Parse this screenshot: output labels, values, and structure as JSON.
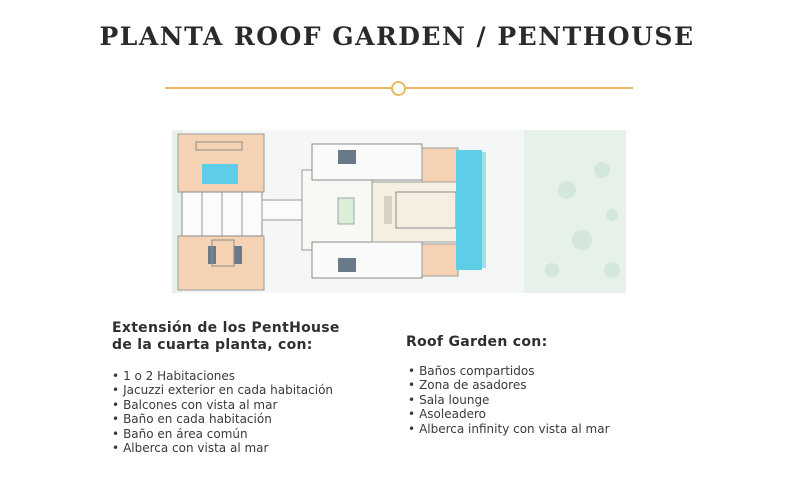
{
  "title": "PLANTA ROOF GARDEN / PENTHOUSE",
  "colors": {
    "accent": "#e8b860",
    "pool": "#5ecde8",
    "terrace": "#f6d2b4",
    "landscape": "#e8f2ec"
  },
  "left_section": {
    "heading_line1": "Extensión de los  PentHouse",
    "heading_line2": "de la cuarta planta, con:",
    "items": [
      "1 o 2 Habitaciones",
      "Jacuzzi exterior en cada habitación",
      "Balcones con vista al mar",
      "Baño en cada habitación",
      "Baño en área común",
      "Alberca con vista al mar"
    ]
  },
  "right_section": {
    "heading": "Roof Garden con:",
    "items": [
      "Baños compartidos",
      "Zona de asadores",
      "Sala lounge",
      "Asoleadero",
      "Alberca infinity con vista al mar"
    ]
  },
  "bullet": "•"
}
